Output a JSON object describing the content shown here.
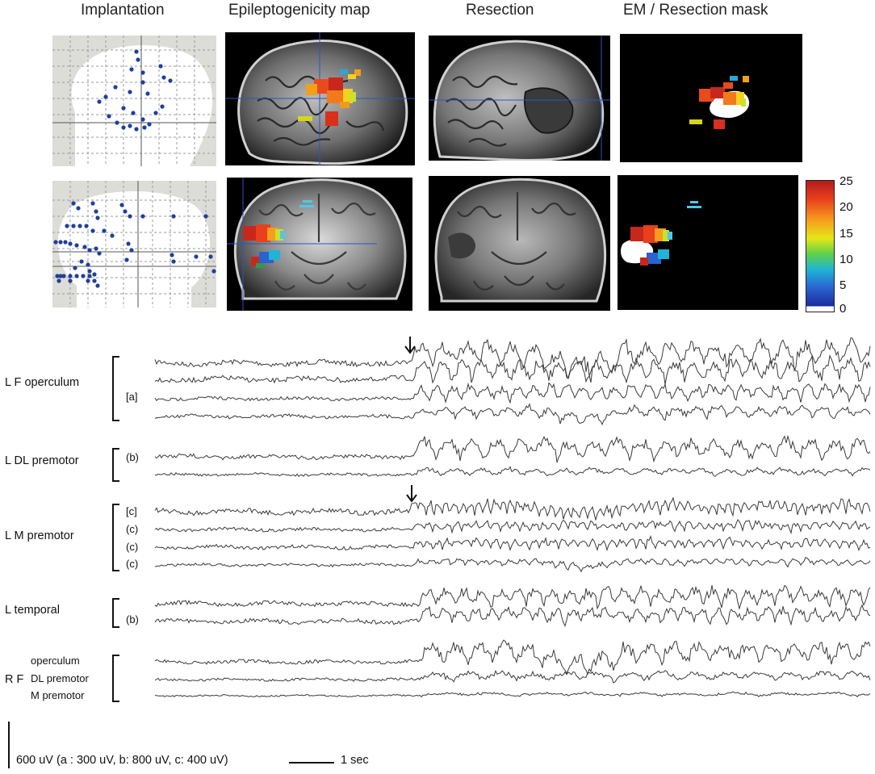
{
  "columns": {
    "implantation": "Implantation",
    "epileptogenicity_map": "Epileptogenicity map",
    "resection": "Resection",
    "em_resection_mask": "EM / Resection mask"
  },
  "colorbar": {
    "ticks": [
      "25",
      "20",
      "15",
      "10",
      "5",
      "0"
    ],
    "colors": [
      "#b21c1c",
      "#e8401c",
      "#f59d1c",
      "#e6e619",
      "#5fd04a",
      "#1fb4d6",
      "#2a62d0",
      "#1a2c9c",
      "#ffffff"
    ]
  },
  "channels": [
    {
      "label": "L F operculum",
      "tags": [
        "[a]"
      ]
    },
    {
      "label": "L DL premotor",
      "tags": [
        "(b)"
      ]
    },
    {
      "label": "L M premotor",
      "tags": [
        "[c]",
        "(c)",
        "(c)",
        "(c)"
      ]
    },
    {
      "label": "L temporal",
      "tags": [
        "(b)"
      ]
    },
    {
      "label": "R F",
      "sublabels": [
        "operculum",
        "DL premotor",
        "M premotor"
      ]
    }
  ],
  "markers": {
    "arrow_icon": "down-arrow-icon"
  },
  "scale": {
    "amplitude": "600 uV (a : 300 uV, b: 800 uV, c: 400 uV)",
    "time": "1 sec"
  }
}
